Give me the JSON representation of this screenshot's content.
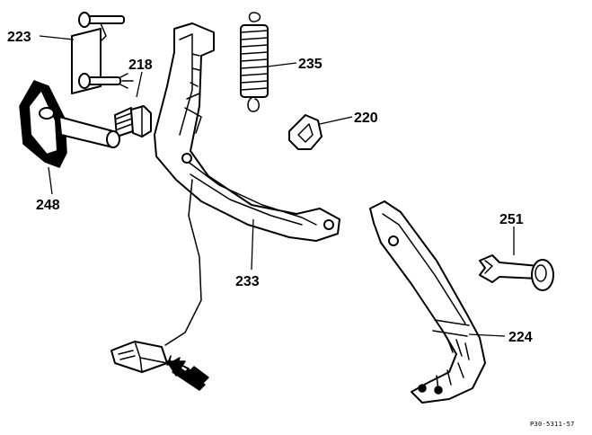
{
  "labels": {
    "223": "223",
    "218": "218",
    "235": "235",
    "220": "220",
    "248": "248",
    "233": "233",
    "251": "251",
    "224": "224"
  },
  "reference_code": "P30-5311-57"
}
